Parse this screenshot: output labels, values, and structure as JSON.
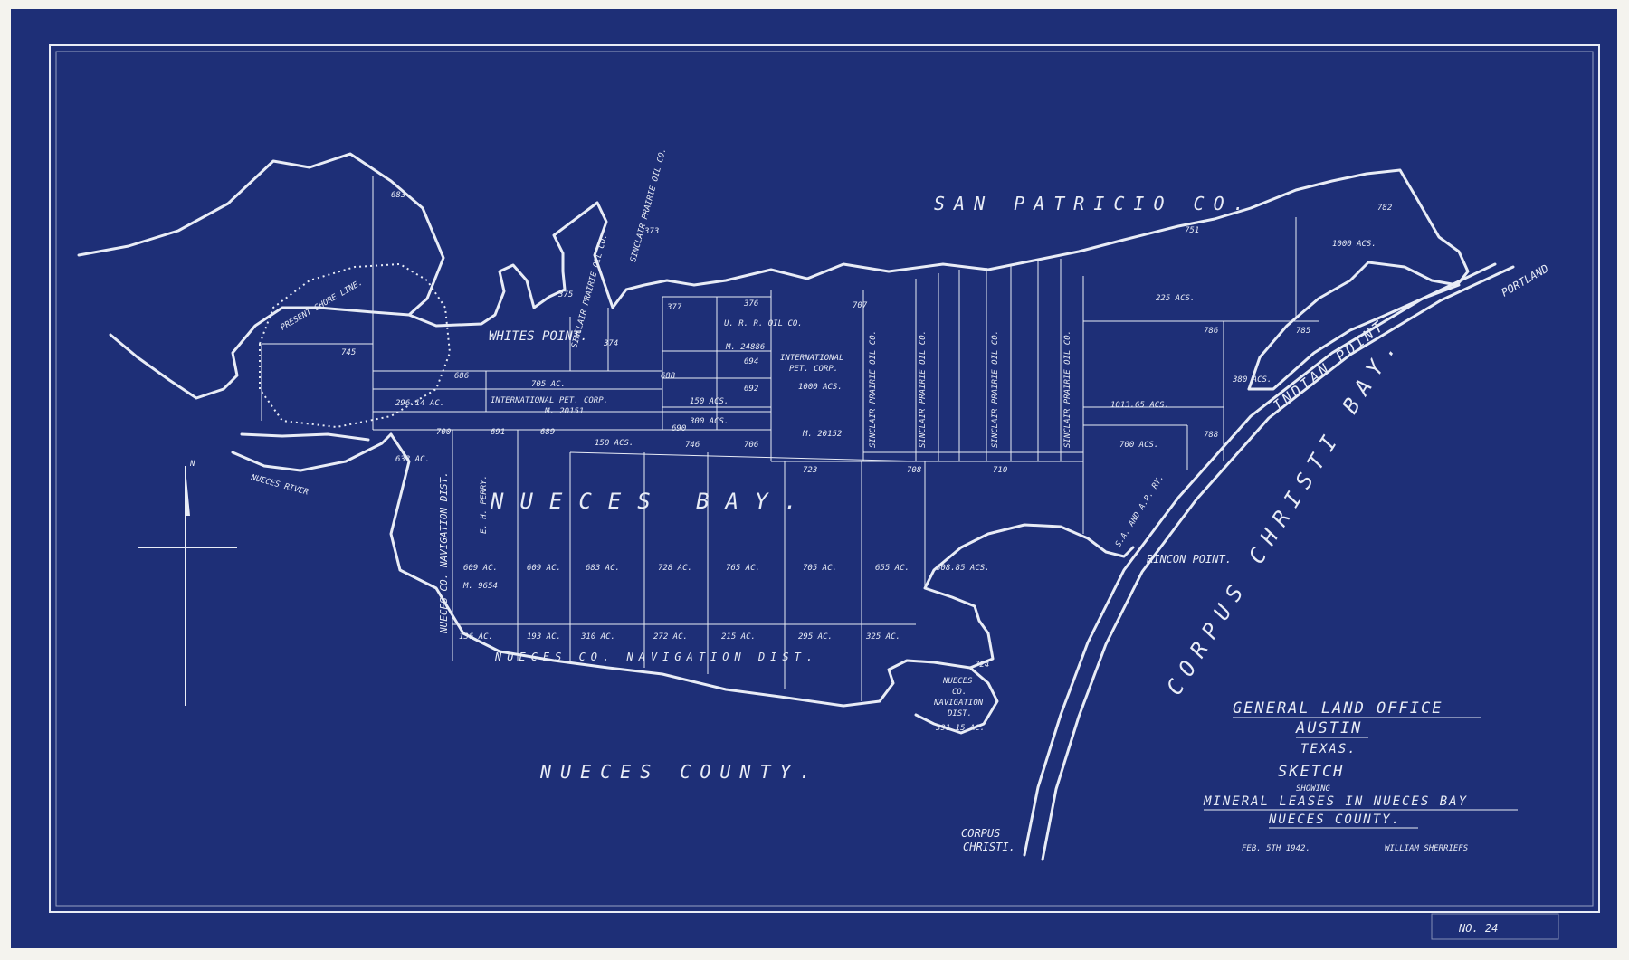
{
  "colors": {
    "paper": "#1e2f77",
    "ink": "#e8ecf6",
    "margin": "#f4f3ee"
  },
  "places": {
    "san_patricio": "SAN PATRICIO CO.",
    "nueces_bay": "NUECES BAY.",
    "nueces_county": "NUECES COUNTY.",
    "corpus_christi_bay": "CORPUS CHRISTI BAY.",
    "indian_point": "INDIAN POINT",
    "portland": "PORTLAND",
    "whites_point": "WHITES POINT.",
    "rincon_point": "RINCON POINT.",
    "corpus_christi_1": "CORPUS",
    "corpus_christi_2": "CHRISTI.",
    "nueces_river": "NUECES RIVER",
    "present_shore": "PRESENT SHORE LINE.",
    "railway": "S.A. AND A.P. RY.",
    "north": "N",
    "nav_district_lower": "NUECES CO. NAVIGATION DIST.",
    "nav_district_vertical": "NUECES CO. NAVIGATION DIST.",
    "perry": "E. H. PERRY.",
    "perry_lease": "M. 9654",
    "intl_pet_1": "INTERNATIONAL PET. CORP.",
    "intl_pet_1_lease": "M. 20151",
    "intl_pet_2a": "INTERNATIONAL",
    "intl_pet_2b": "PET. CORP.",
    "intl_pet_2_lease": "M. 20152",
    "sinclair": "SINCLAIR PRAIRIE OIL CO.",
    "urr": "U. R. R. OIL CO.",
    "urr_lease": "M. 24886",
    "nav_small_1": "NUECES",
    "nav_small_2": "CO.",
    "nav_small_3": "NAVIGATION",
    "nav_small_4": "DIST.",
    "nav_small_acres": "391.15 AC."
  },
  "tracts": {
    "t683": "683",
    "t745": "745",
    "t686": "686",
    "t375": "375",
    "t373": "373",
    "t374": "374",
    "t688": "688",
    "t377": "377",
    "t376": "376",
    "t707": "707",
    "t694": "694",
    "t692": "692",
    "t690": "690",
    "t746": "746",
    "t706": "706",
    "t700": "700",
    "t691": "691",
    "t689": "689",
    "t723": "723",
    "t708": "708",
    "t710": "710",
    "t724": "724",
    "t751": "751",
    "t782": "782",
    "t786": "786",
    "t785": "785",
    "t788": "788"
  },
  "acres": {
    "a296": "296.14 AC.",
    "a705": "705 AC.",
    "a150a": "150 ACS.",
    "a300": "300 ACS.",
    "a150b": "150 ACS.",
    "a1000a": "1000 ACS.",
    "a633": "633 AC.",
    "a609a": "609 AC.",
    "a609b": "609 AC.",
    "a683": "683 AC.",
    "a728": "728 AC.",
    "a765": "765 AC.",
    "a655": "655 AC.",
    "a608": "608.85 ACS.",
    "a136": "136 AC.",
    "a193": "193 AC.",
    "a310": "310 AC.",
    "a272": "272 AC.",
    "a215": "215 AC.",
    "a295": "295 AC.",
    "a325": "325 AC.",
    "a1000b": "1000 ACS.",
    "a225": "225 ACS.",
    "a380": "380 ACS.",
    "a1013": "1013.65 ACS.",
    "a700": "700 ACS."
  },
  "title_block": {
    "line1": "GENERAL LAND OFFICE",
    "line2": "AUSTIN",
    "line3": "TEXAS.",
    "line4": "SKETCH",
    "line5": "SHOWING",
    "line6": "MINERAL LEASES IN NUECES BAY",
    "line7": "NUECES COUNTY.",
    "date": "FEB. 5TH 1942.",
    "signed": "WILLIAM SHERRIEFS"
  },
  "stamp": {
    "text": "NO. 24"
  }
}
